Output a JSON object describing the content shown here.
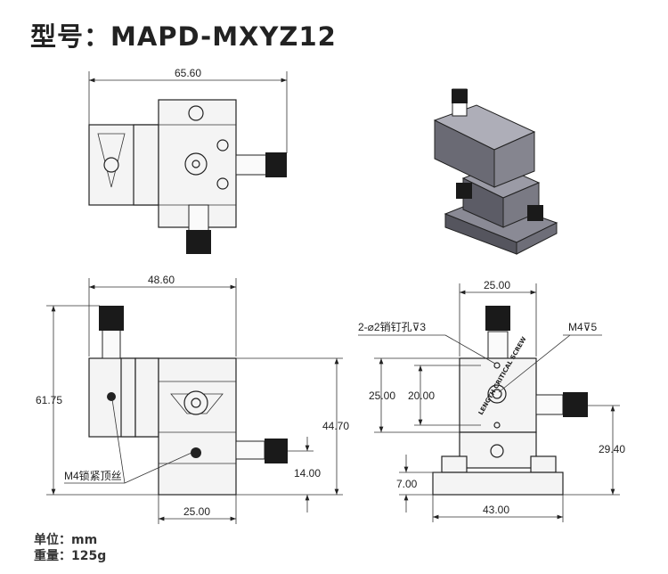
{
  "title": "型号：MAPD-MXYZ12",
  "top_view": {
    "width_dim": "65.60"
  },
  "front_view": {
    "width_dim": "48.60",
    "height_dim": "61.75",
    "upper_height_dim": "44.70",
    "knob_height_dim": "14.00",
    "base_width_dim": "25.00",
    "callout": "M4锁紧顶丝"
  },
  "side_view": {
    "width_dim": "25.00",
    "block_height_dim": "25.00",
    "hole_spacing_dim": "20.00",
    "knob_height_dim": "29.40",
    "base_height_dim": "7.00",
    "base_width_dim": "43.00",
    "pin_hole_callout": "2-⌀2销钉孔⊽3",
    "thread_callout": "M4⊽5",
    "engraving": "LENGTH CRITICAL SCREW"
  },
  "footer": {
    "unit": "单位：mm",
    "weight": "重量：125g"
  }
}
